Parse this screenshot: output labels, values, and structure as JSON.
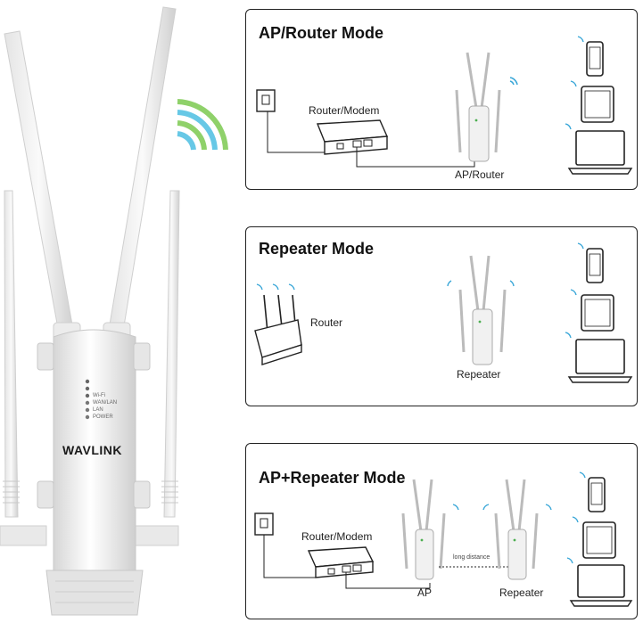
{
  "device": {
    "brand": "WAVLINK",
    "leds": [
      "Wi-Fi",
      "WAN/LAN",
      "LAN",
      "POWER"
    ]
  },
  "panels": [
    {
      "title": "AP/Router Mode",
      "labels": [
        "Router/Modem",
        "AP/Router"
      ]
    },
    {
      "title": "Repeater Mode",
      "labels": [
        "Router",
        "Repeater"
      ]
    },
    {
      "title": "AP+Repeater Mode",
      "labels": [
        "Router/Modem",
        "long distance",
        "AP",
        "Repeater"
      ]
    }
  ],
  "colors": {
    "wifi_signal": "#8fd16a",
    "wifi_signal_alt": "#67c8e6",
    "signal_icon": "#3aa7d8",
    "outline": "#222222"
  }
}
